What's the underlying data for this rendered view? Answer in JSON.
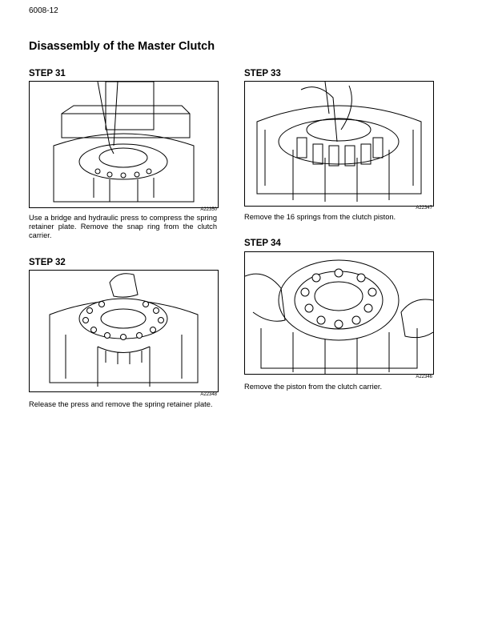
{
  "page_number": "6008-12",
  "title": "Disassembly of the Master Clutch",
  "steps": [
    {
      "label": "STEP  31",
      "figure_code": "A22350",
      "text": "Use a bridge and hydraulic press to compress the spring retainer plate. Remove the snap ring from the clutch carrier."
    },
    {
      "label": "STEP  32",
      "figure_code": "A22348",
      "text": "Release the press and remove the spring retainer plate."
    },
    {
      "label": "STEP  33",
      "figure_code": "A22347",
      "text": "Remove the 16 springs from the clutch piston."
    },
    {
      "label": "STEP  34",
      "figure_code": "A22346",
      "text": "Remove the piston from the clutch carrier."
    }
  ]
}
